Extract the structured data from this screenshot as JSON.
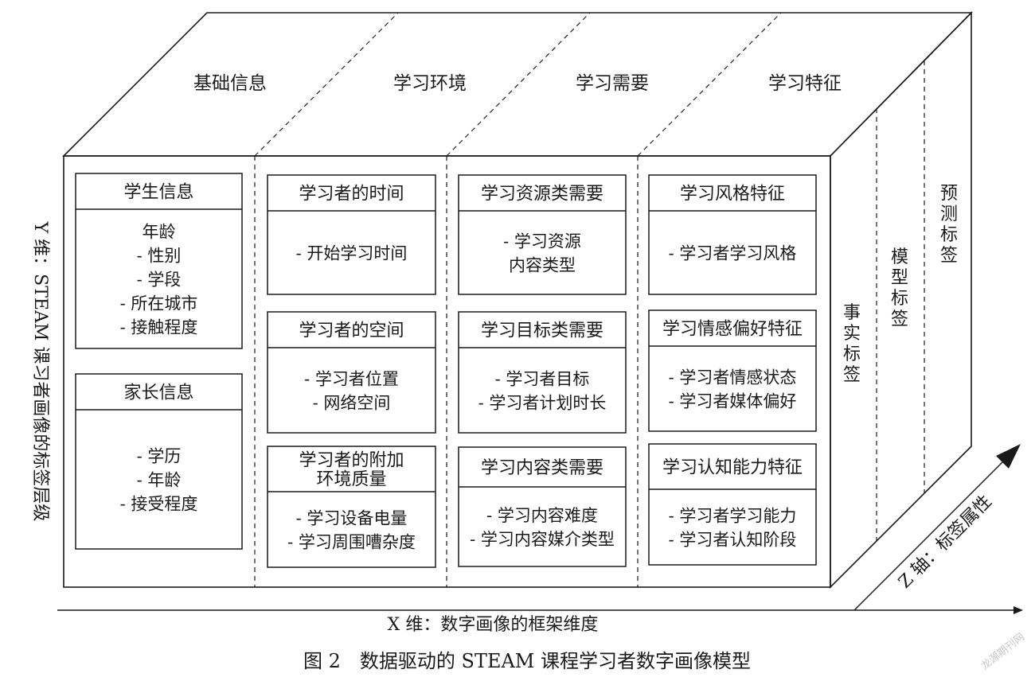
{
  "columns": [
    {
      "header": "基础信息",
      "boxes": [
        {
          "title": "学生信息",
          "items": [
            "年龄",
            "- 性别",
            "- 学段",
            "- 所在城市",
            "- 接触程度"
          ]
        },
        {
          "title": "家长信息",
          "items": [
            "- 学历",
            "- 年龄",
            "- 接受程度"
          ]
        }
      ]
    },
    {
      "header": "学习环境",
      "boxes": [
        {
          "title": "学习者的时间",
          "items": [
            "- 开始学习时间"
          ]
        },
        {
          "title": "学习者的空间",
          "items": [
            "- 学习者位置",
            "- 网络空间"
          ]
        },
        {
          "title": [
            "学习者的附加",
            "环境质量"
          ],
          "items": [
            "- 学习设备电量",
            "- 学习周围嘈杂度"
          ]
        }
      ]
    },
    {
      "header": "学习需要",
      "boxes": [
        {
          "title": "学习资源类需要",
          "items": [
            "- 学习资源",
            "内容类型"
          ]
        },
        {
          "title": "学习目标类需要",
          "items": [
            "- 学习者目标",
            "- 学习者计划时长"
          ]
        },
        {
          "title": "学习内容类需要",
          "items": [
            "- 学习内容难度",
            "- 学习内容媒介类型"
          ]
        }
      ]
    },
    {
      "header": "学习特征",
      "boxes": [
        {
          "title": "学习风格特征",
          "items": [
            "- 学习者学习风格"
          ]
        },
        {
          "title": "学习情感偏好特征",
          "items": [
            "- 学习者情感状态",
            "- 学习者媒体偏好"
          ]
        },
        {
          "title": "学习认知能力特征",
          "items": [
            "- 学习者学习能力",
            "- 学习者认知阶段"
          ]
        }
      ]
    }
  ],
  "side_labels": [
    "事实标签",
    "模型标签",
    "预测标签"
  ],
  "axes": {
    "y": "Y 维：STEAM 课习者画像的标签层级",
    "x": "X 维：数字画像的框架维度",
    "z": "Z 轴：标签属性"
  },
  "caption": "图 2　数据驱动的 STEAM 课程学习者数字画像模型",
  "watermark": "龙源期刊网",
  "colors": {
    "line": "#1a1a1a",
    "background": "#ffffff"
  }
}
